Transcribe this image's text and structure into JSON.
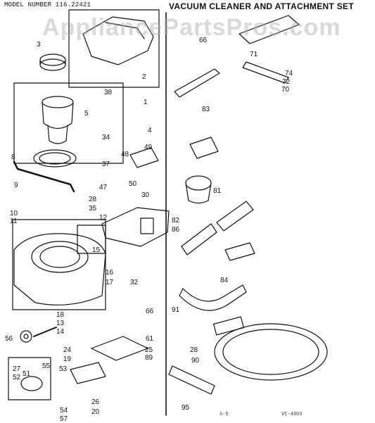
{
  "header": {
    "model": "MODEL NUMBER 116.22421",
    "title": "VACUUM CLEANER AND ATTACHMENT SET"
  },
  "watermark": "AppliancePartsPros.com",
  "footer": {
    "left_code": "λ-5",
    "right_code": "VC-4303"
  },
  "colors": {
    "line": "#111111",
    "background": "#ffffff",
    "watermark": "#aaaaaa"
  },
  "callouts": [
    "66",
    "3",
    "71",
    "2",
    "74",
    "72",
    "70",
    "1",
    "38",
    "83",
    "5",
    "34",
    "4",
    "37",
    "49",
    "48",
    "8",
    "50",
    "81",
    "9",
    "47",
    "28",
    "35",
    "30",
    "10",
    "11",
    "12",
    "82",
    "86",
    "15",
    "16",
    "17",
    "32",
    "84",
    "18",
    "13",
    "14",
    "66",
    "91",
    "61",
    "56",
    "24",
    "19",
    "25",
    "28",
    "89",
    "90",
    "55",
    "53",
    "26",
    "20",
    "95",
    "54",
    "57",
    "27",
    "52",
    "51"
  ]
}
